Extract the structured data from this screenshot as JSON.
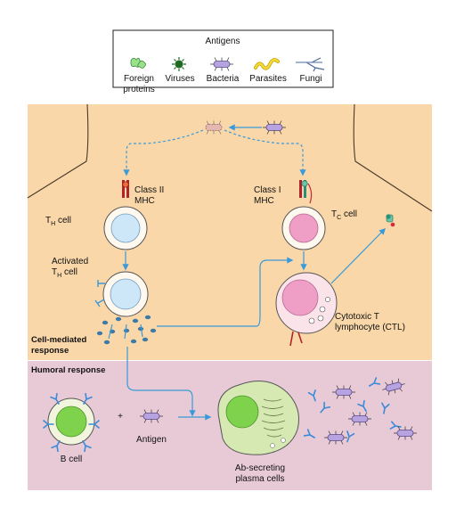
{
  "colors": {
    "panel_top": "#f9d7a9",
    "panel_bottom": "#e8cad6",
    "arrow": "#3a9ad9",
    "th_nucleus": "#cde7f8",
    "tc_nucleus": "#ef9ec5",
    "b_nucleus": "#7ed24c",
    "plasma_cytoplasm": "#d6e9b3"
  },
  "legend": {
    "title": "Antigens",
    "items": [
      {
        "label_line1": "Foreign",
        "label_line2": "proteins",
        "icon": "foreign-protein-icon"
      },
      {
        "label_line1": "Viruses",
        "label_line2": "",
        "icon": "virus-icon"
      },
      {
        "label_line1": "Bacteria",
        "label_line2": "",
        "icon": "bacterium-icon"
      },
      {
        "label_line1": "Parasites",
        "label_line2": "",
        "icon": "parasite-icon"
      },
      {
        "label_line1": "Fungi",
        "label_line2": "",
        "icon": "fungus-icon"
      }
    ]
  },
  "labels": {
    "class2_line1": "Class II",
    "class2_line2": "MHC",
    "class1_line1": "Class I",
    "class1_line2": "MHC",
    "th_cell_main": "T",
    "th_cell_sub": "H",
    "th_cell_rest": " cell",
    "tc_cell_main": "T",
    "tc_cell_sub": "C",
    "tc_cell_rest": " cell",
    "activated_line1": "Activated",
    "activated_line2_main": "T",
    "activated_line2_sub": "H",
    "activated_line2_rest": " cell",
    "ctl_line1": "Cytotoxic T",
    "ctl_line2": "lymphocyte (CTL)",
    "cell_mediated_line1": "Cell-mediated",
    "cell_mediated_line2": "response",
    "humoral": "Humoral response",
    "b_cell": "B cell",
    "antigen": "Antigen",
    "plus": "+",
    "plasma_line1": "Ab-secreting",
    "plasma_line2": "plasma cells"
  }
}
